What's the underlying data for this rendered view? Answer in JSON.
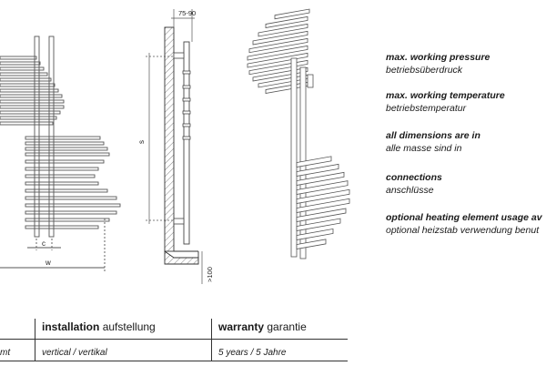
{
  "drawing": {
    "dims": {
      "wall_gap": "75-90",
      "spacing": "s",
      "width": "w",
      "center": "c",
      "floor_gap": ">100"
    }
  },
  "specs": [
    {
      "en": "max. working pressure",
      "de": "betriebsüberdruck"
    },
    {
      "en": "max. working temperature",
      "de": "betriebstemperatur"
    },
    {
      "en": "all dimensions are in",
      "de": "alle masse sind in"
    },
    {
      "en": "connections",
      "de": "anschlüsse"
    },
    {
      "en": "optional heating element usage av",
      "de": "optional heizstab verwendung benut"
    }
  ],
  "table": {
    "col1": {
      "value": "mt"
    },
    "installation": {
      "en": "installation",
      "de": "aufstellung",
      "value": "vertical / vertikal"
    },
    "warranty": {
      "en": "warranty",
      "de": "garantie",
      "value": "5 years / 5 Jahre"
    }
  }
}
